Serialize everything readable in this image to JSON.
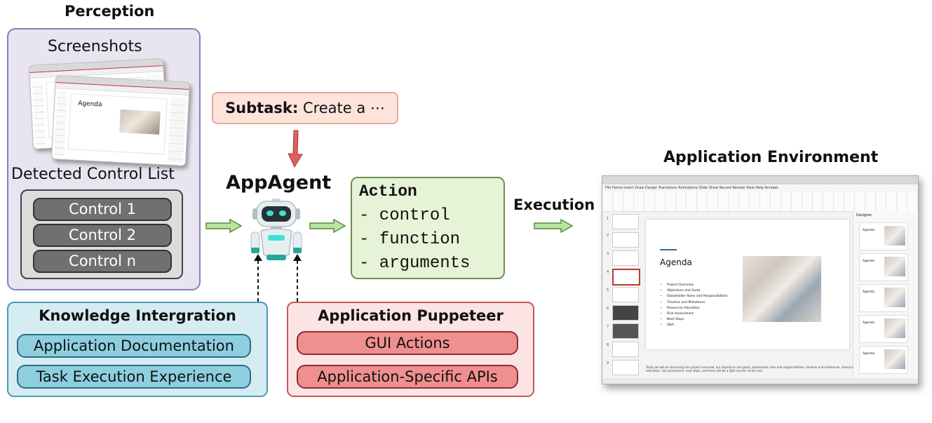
{
  "perception": {
    "title": "Perception",
    "screenshots_label": "Screenshots",
    "screenshot_slide_title": "Agenda",
    "detected_label": "Detected Control List",
    "controls": [
      "Control 1",
      "Control 2",
      "Control n"
    ]
  },
  "subtask": {
    "prefix": "Subtask:",
    "text": " Create a ⋯"
  },
  "appagent": {
    "title": "AppAgent",
    "robot_icon": "robot-icon"
  },
  "action": {
    "title": "Action",
    "items": [
      "- control",
      "- function",
      "- arguments"
    ]
  },
  "execution_label": "Execution",
  "knowledge": {
    "title": "Knowledge Intergration",
    "items": [
      "Application Documentation",
      "Task Execution Experience"
    ]
  },
  "puppeteer": {
    "title": "Application Puppeteer",
    "items": [
      "GUI Actions",
      "Application-Specific APIs"
    ]
  },
  "environment": {
    "title": "Application Environment",
    "menu": "File  Home  Insert  Draw  Design  Transitions  Animations  Slide Show  Record  Review  View  Help  Acrobat",
    "slide_title": "Agenda",
    "bullets": [
      "Project Overview",
      "Objectives and Goals",
      "Stakeholder Roles and Responsibilities",
      "Timeline and Milestones",
      "Resources Allocation",
      "Risk Assessment",
      "Next Steps",
      "Q&A"
    ],
    "notes": "Today we will be discussing the project overview, our objectives and goals, stakeholder roles and responsibilities, timeline and milestones, resources allocation, risk assessment, next steps, and there will be a Q&A session at the end.",
    "designer_label": "Designer",
    "design_card_text": "Agenda",
    "thumb_numbers": [
      "1",
      "2",
      "3",
      "4",
      "5",
      "6",
      "7",
      "8",
      "9"
    ]
  },
  "colors": {
    "perception_bg": "#e8e4f0",
    "subtask_bg": "#fde3dc",
    "action_bg": "#e6f3d6",
    "knowledge_bg": "#d6ecf3",
    "puppeteer_bg": "#fde4e4",
    "arrow_green": "#b8e6a0",
    "arrow_red": "#e06060"
  }
}
